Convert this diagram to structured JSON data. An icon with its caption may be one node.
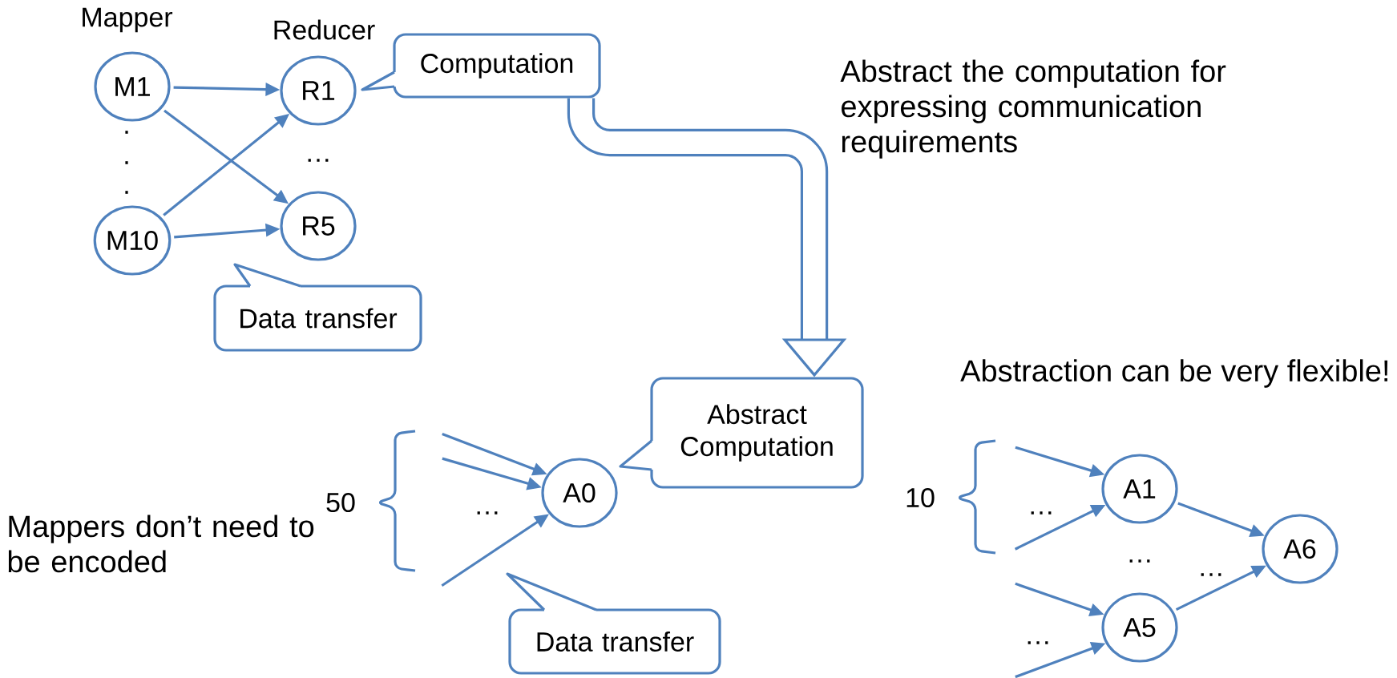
{
  "diagram": {
    "nodes": [
      {
        "text": [
          "M1"
        ]
      },
      {
        "text": [
          "M10"
        ]
      },
      {
        "text": [
          "R1"
        ]
      },
      {
        "text": [
          "R5"
        ]
      },
      {
        "text": [
          "Computation"
        ]
      },
      {
        "text": [
          "Data transfer"
        ]
      },
      {
        "text": [
          "A0"
        ]
      },
      {
        "text": [
          "Abstract Computation"
        ]
      },
      {
        "text": [
          "Data transfer"
        ]
      },
      {
        "text": [
          "A1"
        ]
      },
      {
        "text": [
          "A5"
        ]
      },
      {
        "text": [
          "A6"
        ]
      }
    ],
    "edges": [
      {
        "from": 0,
        "to": 2,
        "arrow": "to"
      },
      {
        "from": 0,
        "to": 3,
        "arrow": "to"
      },
      {
        "from": 1,
        "to": 2,
        "arrow": "to"
      },
      {
        "from": 1,
        "to": 3,
        "arrow": "to"
      },
      {
        "from": null,
        "to": 6,
        "arrow": "to"
      },
      {
        "from": null,
        "to": 6,
        "arrow": "to"
      },
      {
        "from": null,
        "to": 6,
        "arrow": "to"
      },
      {
        "from": null,
        "to": 9,
        "arrow": "to"
      },
      {
        "from": null,
        "to": 9,
        "arrow": "to"
      },
      {
        "from": null,
        "to": 10,
        "arrow": "to"
      },
      {
        "from": null,
        "to": 10,
        "arrow": "to"
      },
      {
        "from": 9,
        "to": 11,
        "arrow": "to"
      },
      {
        "from": 10,
        "to": 11,
        "arrow": "to"
      },
      {
        "from": 4,
        "to": 7,
        "arrow": "to",
        "style": "thick"
      }
    ],
    "labels": [
      "Mapper",
      "Reducer",
      "Abstract the computation for expressing communication requirements",
      ".",
      ".",
      ".",
      "…",
      "Abstraction can be very flexible!",
      "50",
      "…",
      "10",
      "…",
      "Mappers don’t need to be encoded",
      "…",
      "…",
      "…"
    ]
  }
}
